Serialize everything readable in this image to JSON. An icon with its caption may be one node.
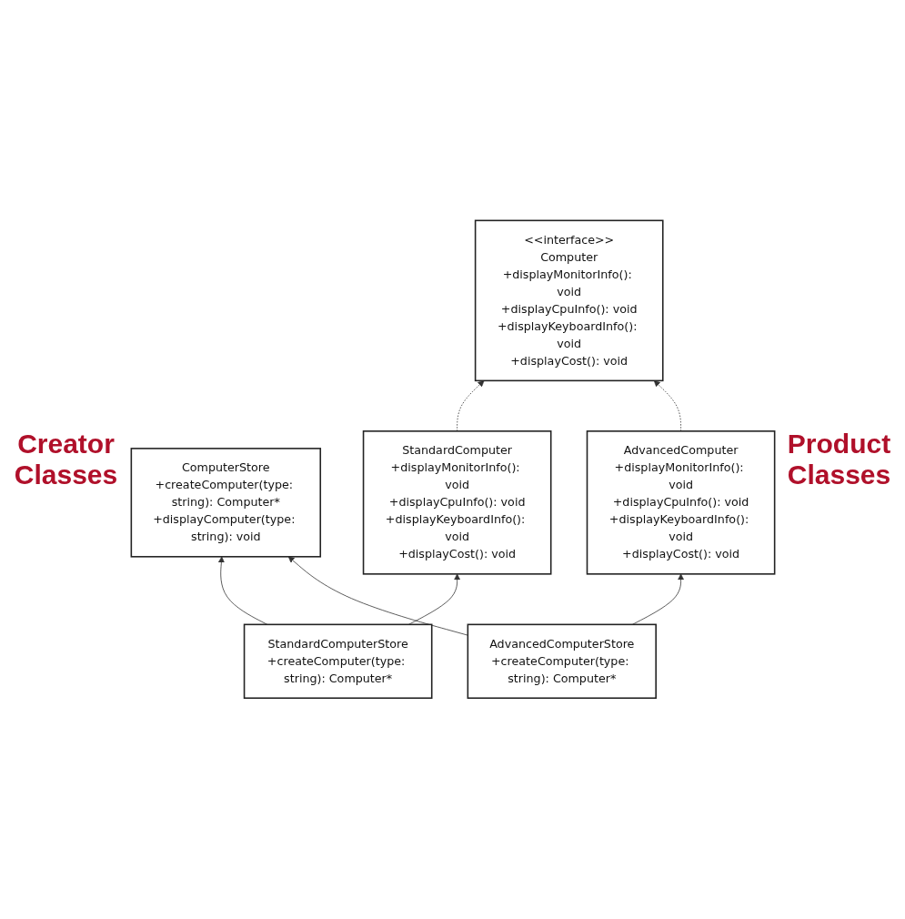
{
  "diagram": {
    "nodes": [
      {
        "text": [
          "ComputerStore",
          "+createComputer(type: string): Computer*",
          "+displayComputer(type: string): void"
        ]
      },
      {
        "text": [
          "<<interface>>",
          "Computer",
          "+displayMonitorInfo(): void",
          "+displayCpuInfo(): void",
          "+displayKeyboardInfo(): void",
          "+displayCost(): void"
        ]
      },
      {
        "text": [
          "StandardComputerStore",
          "+createComputer(type: string): Computer*"
        ]
      },
      {
        "text": [
          "StandardComputer",
          "+displayMonitorInfo(): void",
          "+displayCpuInfo(): void",
          "+displayKeyboardInfo(): void",
          "+displayCost(): void"
        ]
      },
      {
        "text": [
          "AdvancedComputerStore",
          "+createComputer(type: string): Computer*"
        ]
      },
      {
        "text": [
          "AdvancedComputer",
          "+displayMonitorInfo(): void",
          "+displayCpuInfo(): void",
          "+displayKeyboardInfo(): void",
          "+displayCost(): void"
        ]
      }
    ],
    "edges": [
      {
        "from": 2,
        "to": 0,
        "arrow": "to"
      },
      {
        "from": 4,
        "to": 0,
        "arrow": "to"
      },
      {
        "from": 3,
        "to": 1,
        "arrow": "to",
        "style": "dashed"
      },
      {
        "from": 5,
        "to": 1,
        "arrow": "to",
        "style": "dashed"
      },
      {
        "from": 2,
        "to": 3,
        "arrow": "to"
      },
      {
        "from": 4,
        "to": 5,
        "arrow": "to"
      }
    ],
    "labels": [
      "Creator Classes",
      "Product Classes"
    ]
  }
}
